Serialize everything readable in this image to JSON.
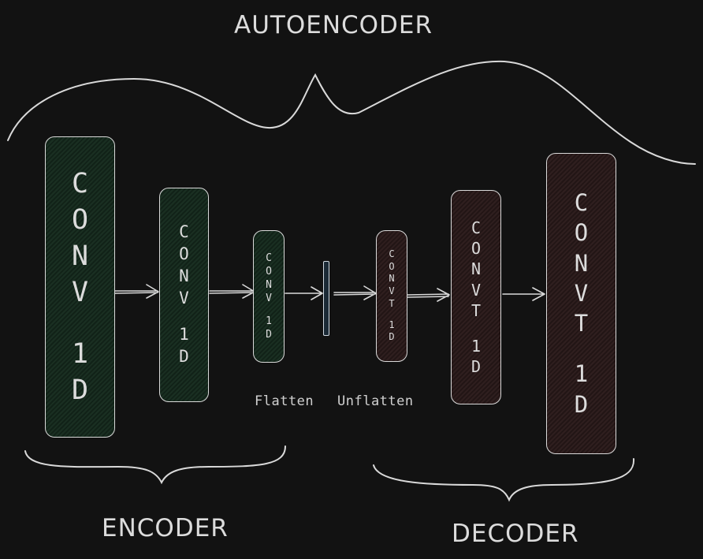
{
  "title": "AUTOENCODER",
  "encoder_label": "ENCODER",
  "decoder_label": "DECODER",
  "flatten_label": "Flatten",
  "unflatten_label": "Unflatten",
  "blocks": {
    "enc1": [
      "C",
      "O",
      "N",
      "V",
      "",
      "1",
      "D"
    ],
    "enc2": [
      "C",
      "O",
      "N",
      "V",
      "",
      "1",
      "D"
    ],
    "enc3": [
      "C",
      "O",
      "N",
      "V",
      "",
      "1",
      "D"
    ],
    "dec1": [
      "C",
      "O",
      "N",
      "V",
      "T",
      "",
      "1",
      "D"
    ],
    "dec2": [
      "C",
      "O",
      "N",
      "V",
      "T",
      "",
      "1",
      "D"
    ],
    "dec3": [
      "C",
      "O",
      "N",
      "V",
      "T",
      "",
      "1",
      "D"
    ]
  },
  "colors": {
    "background": "#121212",
    "encoder_fill": "#152a1d",
    "decoder_fill": "#2a1a1a",
    "stroke": "#d9d9d9"
  }
}
